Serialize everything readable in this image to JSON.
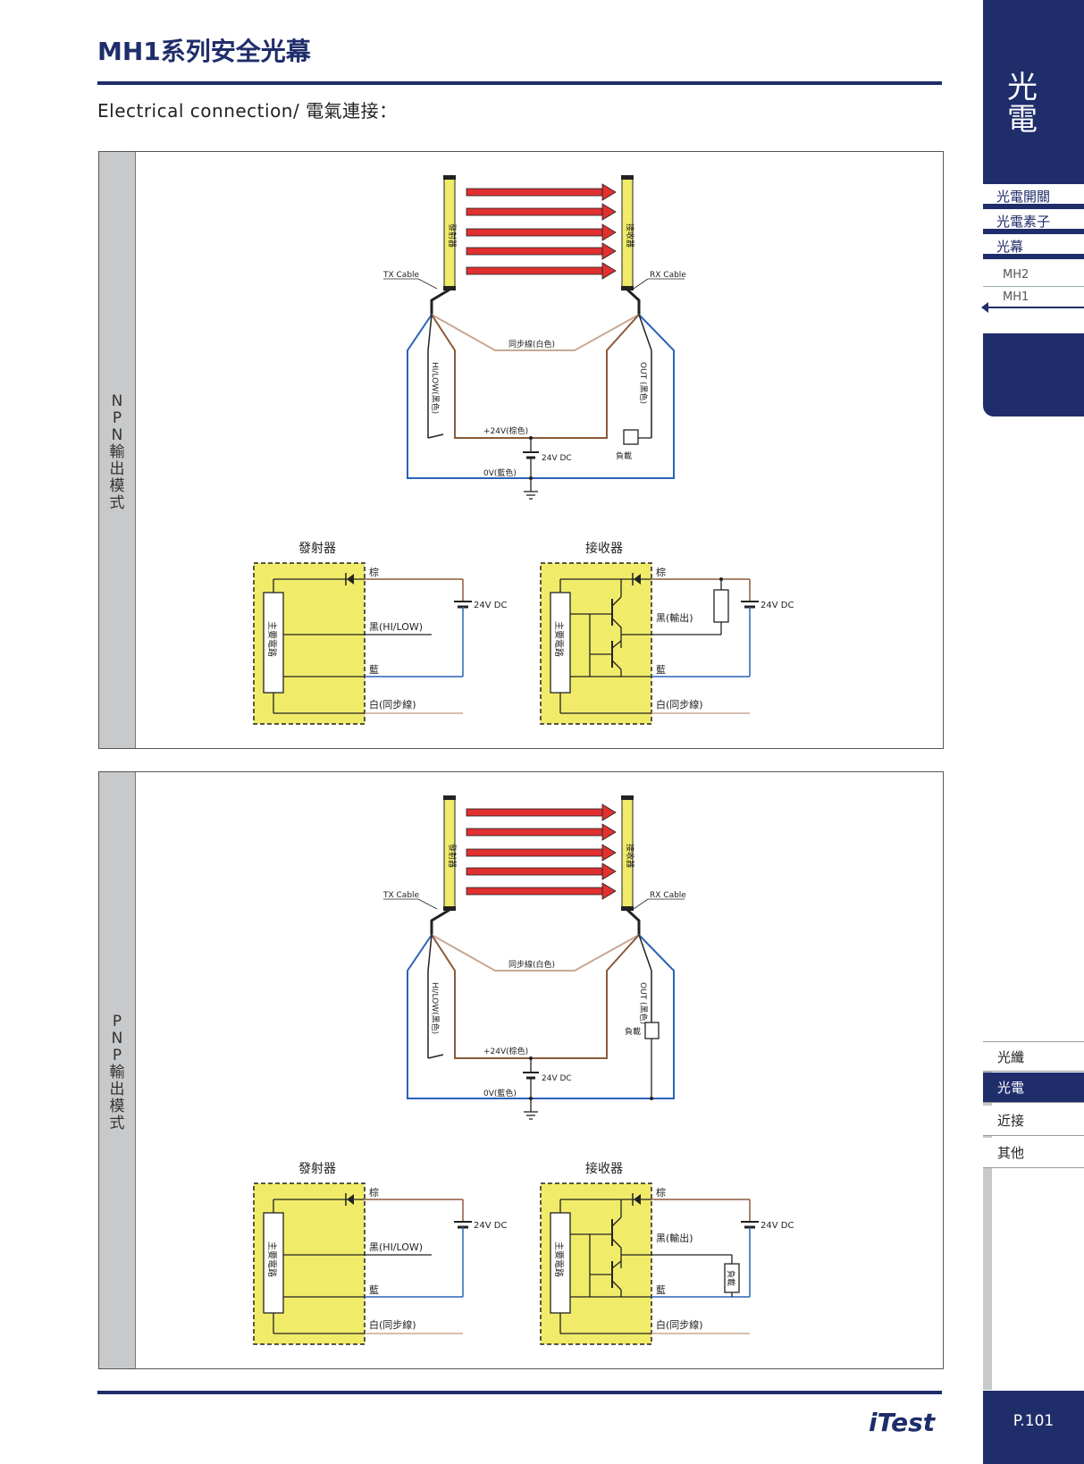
{
  "page": {
    "title": "MH1系列安全光幕",
    "subtitle": "Electrical connection/ 電氣連接：",
    "logo": "iTest",
    "page_number": "P.101"
  },
  "sidebar": {
    "top_label": "光\n電",
    "items": [
      "光電開關",
      "光電素子",
      "光幕"
    ],
    "subitems": [
      "MH2",
      "MH1"
    ],
    "categories": [
      "光纖",
      "光電",
      "近接",
      "其他"
    ]
  },
  "panels": [
    {
      "side_label": "NPN輸出模式",
      "emitter_label": "發射器",
      "receiver_label": "接收器",
      "tx_cable": "TX Cable",
      "rx_cable": "RX Cable",
      "sync_wire": "同步線(白色)",
      "hilow_wire": "HI/LOW(黑色)",
      "out_wire": "OUT (黑色)",
      "plus24": "+24V(棕色)",
      "dc24": "24V DC",
      "zero_v": "0V(藍色)",
      "load": "負載",
      "main_circuit": "主要電路",
      "wire_brown": "棕",
      "wire_black_hilow": "黑(HI/LOW)",
      "wire_blue": "藍",
      "wire_white": "白(同步線)",
      "wire_black_out": "黑(輸出)",
      "dc24_b": "24V DC"
    },
    {
      "side_label": "PNP輸出模式",
      "emitter_label": "發射器",
      "receiver_label": "接收器",
      "tx_cable": "TX Cable",
      "rx_cable": "RX Cable",
      "sync_wire": "同步線(白色)",
      "hilow_wire": "HI/LOW(黑色)",
      "out_wire": "OUT (黑色)",
      "plus24": "+24V(棕色)",
      "dc24": "24V DC",
      "zero_v": "0V(藍色)",
      "load": "負載",
      "main_circuit": "主要電路",
      "wire_brown": "棕",
      "wire_black_hilow": "黑(HI/LOW)",
      "wire_blue": "藍",
      "wire_white": "白(同步線)",
      "wire_black_out": "黑(輸出)",
      "dc24_b": "24V DC"
    }
  ],
  "colors": {
    "navy": "#1f2d6b",
    "brown": "#8a5a3b",
    "blue": "#2a62b8",
    "sync": "#c8a894",
    "beam": "#e03030",
    "sensor_yellow": "#f0ec6a"
  }
}
